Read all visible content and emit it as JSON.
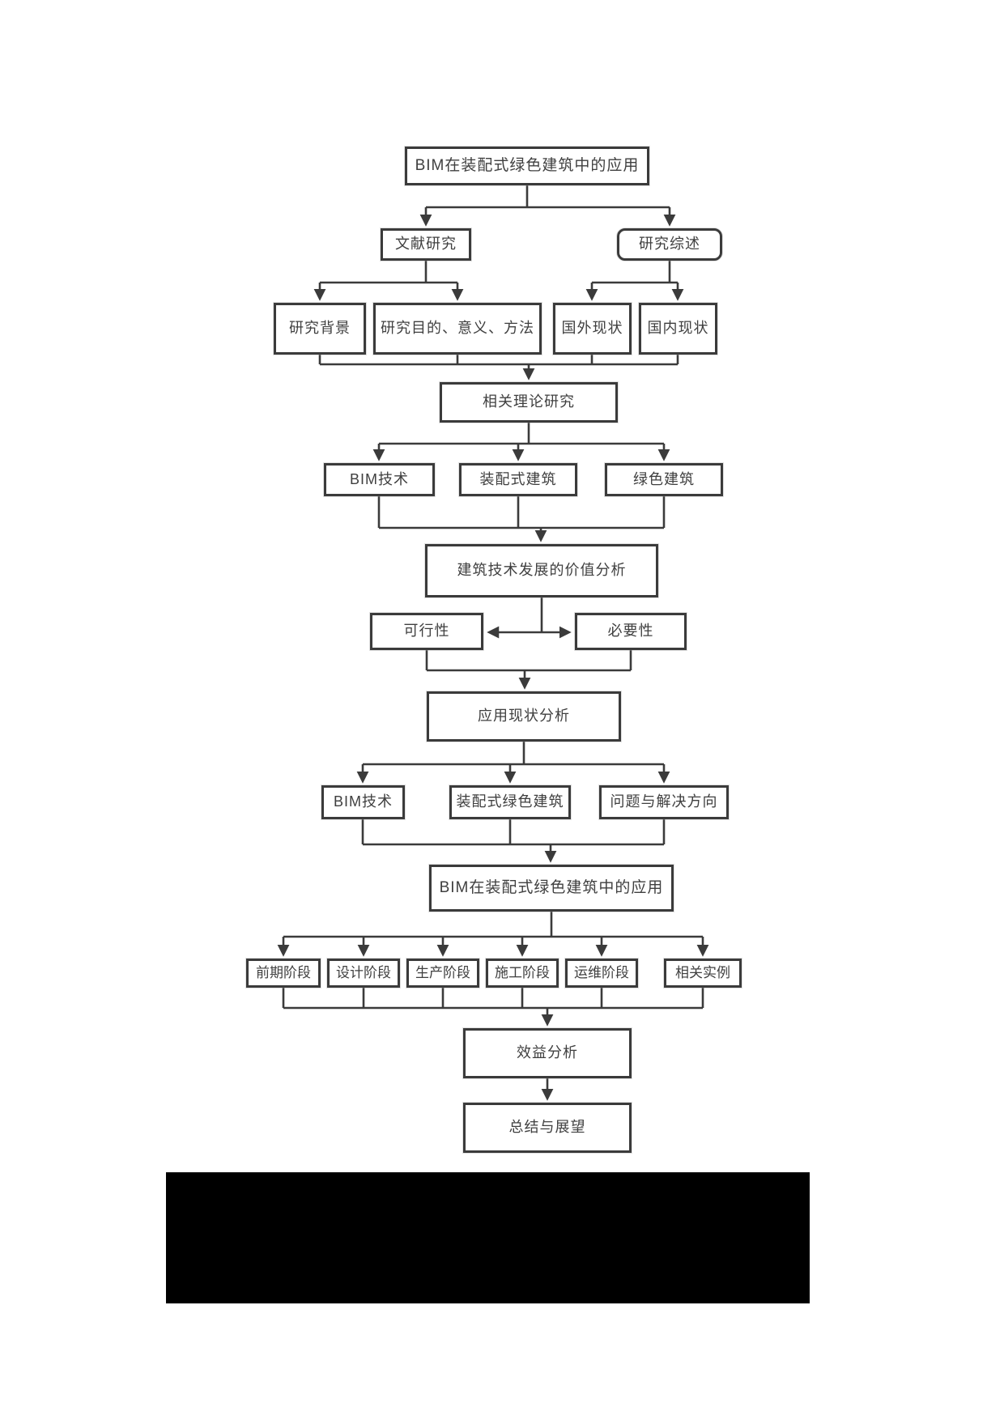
{
  "page": {
    "background_color": "#ffffff",
    "line_color": "#3b3b3b",
    "text_color": "#3f3f3f"
  },
  "diagram": {
    "type": "flowchart",
    "nodes": {
      "top_title": "BIM在装配式绿色建筑中的应用",
      "literature_research": "文献研究",
      "research_review": "研究综述",
      "research_background": "研究背景",
      "research_purpose": "研究目的、意义、方法",
      "overseas_status": "国外现状",
      "domestic_status": "国内现状",
      "theory_research": "相关理论研究",
      "bim_tech_theory": "BIM技术",
      "prefab_building": "装配式建筑",
      "green_building": "绿色建筑",
      "value_analysis": "建筑技术发展的价值分析",
      "feasibility": "可行性",
      "necessity": "必要性",
      "application_status": "应用现状分析",
      "bim_tech_status": "BIM技术",
      "prefab_green_building": "装配式绿色建筑",
      "problems_solutions": "问题与解决方向",
      "bim_application": "BIM在装配式绿色建筑中的应用",
      "stage_early": "前期阶段",
      "stage_design": "设计阶段",
      "stage_production": "生产阶段",
      "stage_construction": "施工阶段",
      "stage_operation": "运维阶段",
      "related_examples": "相关实例",
      "benefit_analysis": "效益分析",
      "summary_outlook": "总结与展望"
    },
    "edges": [
      {
        "from": [
          "top_title"
        ],
        "to": [
          "literature_research",
          "research_review"
        ]
      },
      {
        "from": [
          "literature_research"
        ],
        "to": [
          "research_background",
          "research_purpose"
        ]
      },
      {
        "from": [
          "research_review"
        ],
        "to": [
          "overseas_status",
          "domestic_status"
        ]
      },
      {
        "from": [
          "research_background",
          "research_purpose",
          "overseas_status",
          "domestic_status"
        ],
        "to": [
          "theory_research"
        ]
      },
      {
        "from": [
          "theory_research"
        ],
        "to": [
          "bim_tech_theory",
          "prefab_building",
          "green_building"
        ]
      },
      {
        "from": [
          "bim_tech_theory",
          "prefab_building",
          "green_building"
        ],
        "to": [
          "value_analysis"
        ]
      },
      {
        "from": [
          "value_analysis"
        ],
        "to": [
          "feasibility",
          "necessity"
        ],
        "style": "horizontal-side-arrows"
      },
      {
        "from": [
          "feasibility",
          "necessity"
        ],
        "to": [
          "application_status"
        ]
      },
      {
        "from": [
          "application_status"
        ],
        "to": [
          "bim_tech_status",
          "prefab_green_building",
          "problems_solutions"
        ]
      },
      {
        "from": [
          "bim_tech_status",
          "prefab_green_building",
          "problems_solutions"
        ],
        "to": [
          "bim_application"
        ]
      },
      {
        "from": [
          "bim_application"
        ],
        "to": [
          "stage_early",
          "stage_design",
          "stage_production",
          "stage_construction",
          "stage_operation",
          "related_examples"
        ]
      },
      {
        "from": [
          "stage_early",
          "stage_design",
          "stage_production",
          "stage_construction",
          "stage_operation",
          "related_examples"
        ],
        "to": [
          "benefit_analysis"
        ]
      },
      {
        "from": [
          "benefit_analysis"
        ],
        "to": [
          "summary_outlook"
        ]
      }
    ],
    "redacted_block": {
      "present": true,
      "color": "#000000"
    }
  }
}
